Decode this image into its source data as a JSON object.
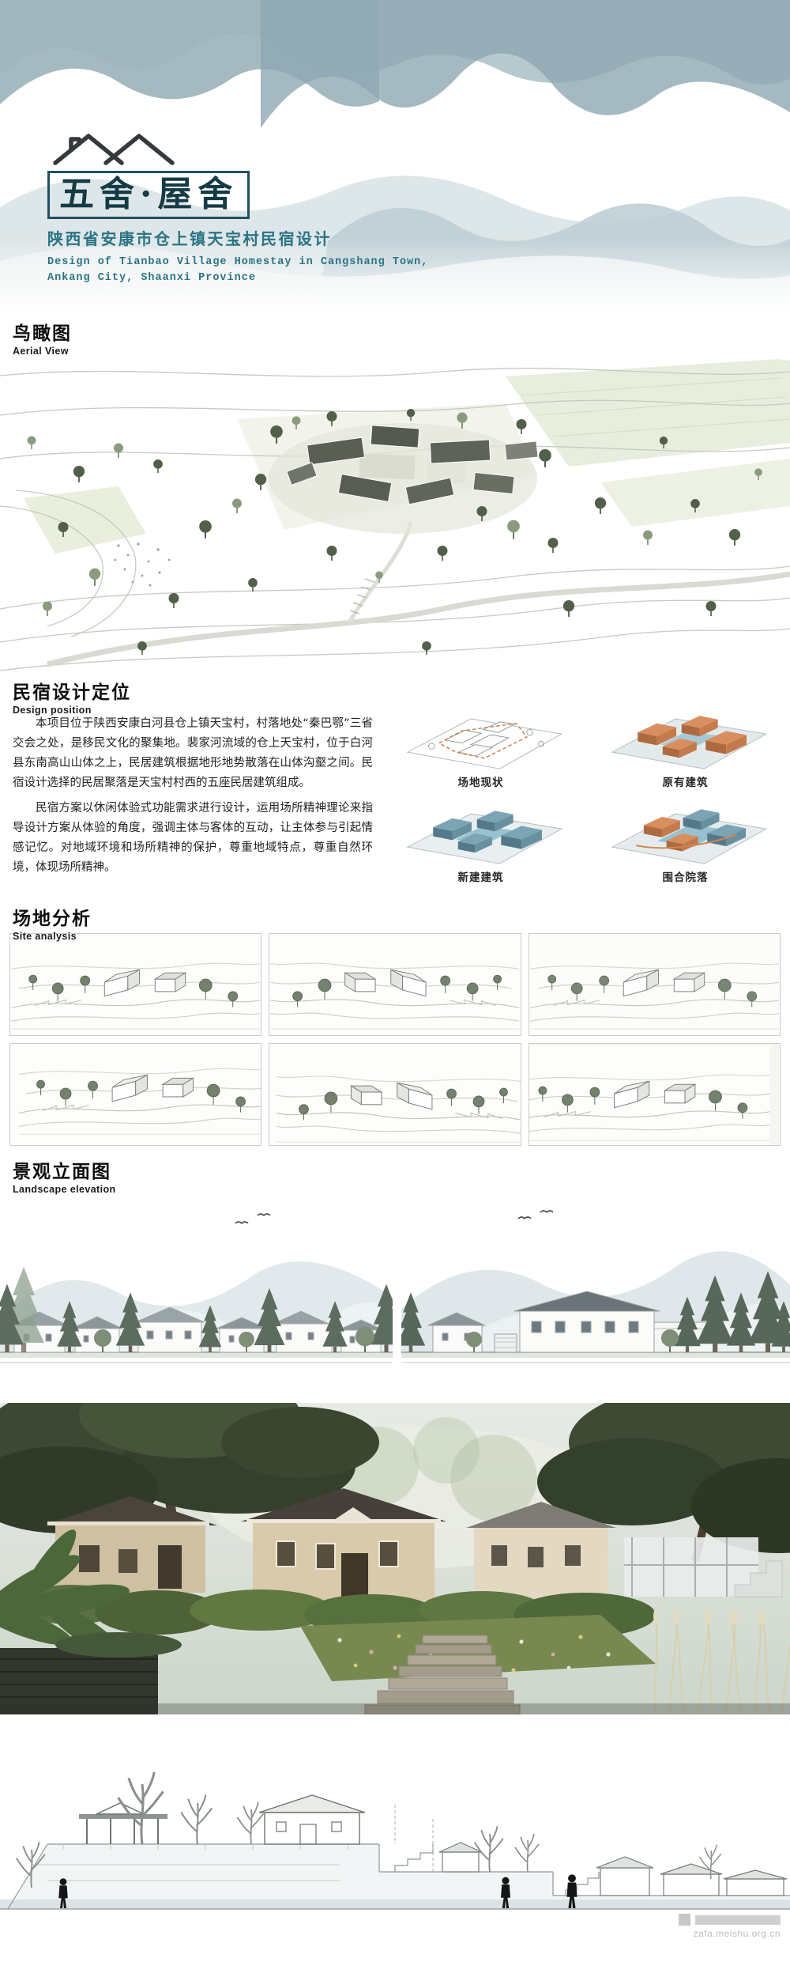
{
  "poster": {
    "logo": {
      "title": "五舍·屋舍",
      "subtitle_cn": "陕西省安康市仓上镇天宝村民宿设计",
      "subtitle_en_line1": "Design of Tianbao Village Homestay in Cangshang Town,",
      "subtitle_en_line2": "Ankang City, Shaanxi Province"
    },
    "sections": {
      "aerial": {
        "title_cn": "鸟瞰图",
        "title_en": "Aerial View"
      },
      "position": {
        "title_cn": "民宿设计定位",
        "title_en": "Design position",
        "paragraph1": "本项目位于陕西安康白河县仓上镇天宝村，村落地处“秦巴鄂”三省交会之处，是移民文化的聚集地。裴家河流域的仓上天宝村，位于白河县东南高山山体之上，民居建筑根据地形地势散落在山体沟壑之间。民宿设计选择的民居聚落是天宝村村西的五座民居建筑组成。",
        "paragraph2": "民宿方案以休闲体验式功能需求进行设计，运用场所精神理论来指导设计方案从体验的角度，强调主体与客体的互动，让主体参与引起情感记忆。对地域环境和场所精神的保护，尊重地域特点，尊重自然环境，体现场所精神。",
        "diagram_labels": [
          "场地现状",
          "原有建筑",
          "新建建筑",
          "围合院落"
        ]
      },
      "site_analysis": {
        "title_cn": "场地分析",
        "title_en": "Site analysis"
      },
      "elevation": {
        "title_cn": "景观立面图",
        "title_en": "Landscape elevation"
      }
    },
    "watermark": {
      "url": "zafa.meishu.org.cn"
    },
    "colors": {
      "teal": "#2b7383",
      "orange": "#d08455",
      "mountain_blue": "#9db3bc"
    }
  }
}
